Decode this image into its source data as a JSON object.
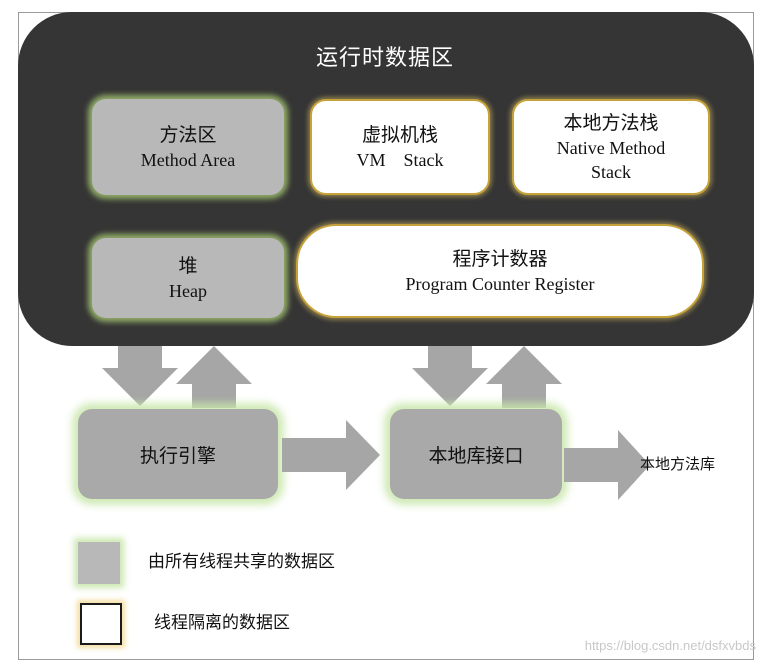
{
  "runtime_area": {
    "title": "运行时数据区",
    "method_area": {
      "zh": "方法区",
      "en": "Method Area"
    },
    "vm_stack": {
      "zh": "虚拟机栈",
      "en": "VM    Stack"
    },
    "native_method_stack": {
      "zh": "本地方法栈",
      "en": "Native Method\nStack"
    },
    "heap": {
      "zh": "堆",
      "en": "Heap"
    },
    "program_counter": {
      "zh": "程序计数器",
      "en": "Program Counter Register"
    }
  },
  "execution": {
    "engine": "执行引擎",
    "native_interface": "本地库接口",
    "native_library": "本地方法库"
  },
  "legend": {
    "shared": "由所有线程共享的数据区",
    "isolated": "线程隔离的数据区"
  },
  "watermark": "https://blog.csdn.net/dsfxvbds",
  "colors": {
    "runtime_background": "#353535",
    "shared_fill": "#b8b8b8",
    "shared_glow": "#b0d478",
    "isolated_border": "#c6a23a",
    "arrow_fill": "#a6a6a6"
  }
}
